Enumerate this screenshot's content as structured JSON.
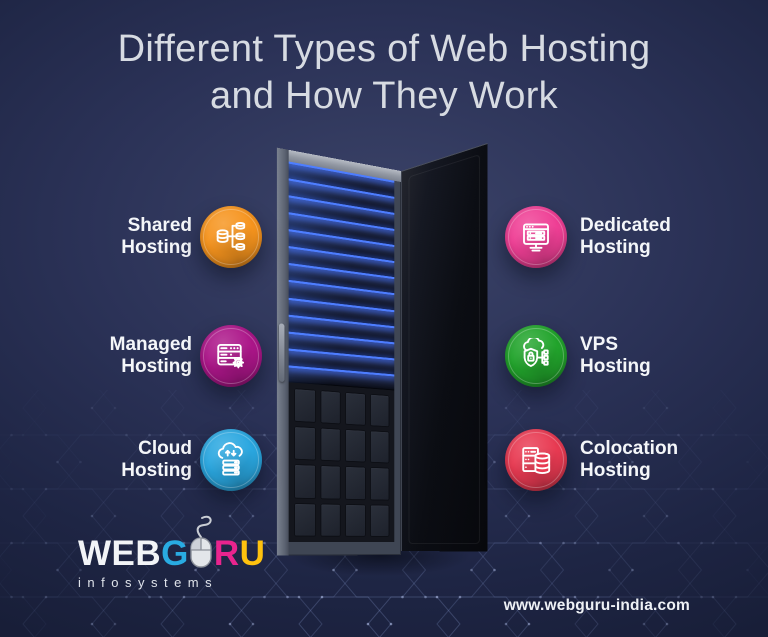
{
  "title": {
    "line1": "Different Types of Web Hosting",
    "line2": "and How They Work"
  },
  "hosting_types": [
    {
      "name": "Shared Hosting",
      "label_line1": "Shared",
      "label_line2": "Hosting",
      "color": "#F6941E",
      "icon": "shared-hosting-icon"
    },
    {
      "name": "Managed Hosting",
      "label_line1": "Managed",
      "label_line2": "Hosting",
      "color": "#AC1689",
      "icon": "managed-hosting-icon"
    },
    {
      "name": "Cloud Hosting",
      "label_line1": "Cloud",
      "label_line2": "Hosting",
      "color": "#2AA7E0",
      "icon": "cloud-hosting-icon"
    },
    {
      "name": "Dedicated Hosting",
      "label_line1": "Dedicated",
      "label_line2": "Hosting",
      "color": "#EF3F95",
      "icon": "dedicated-hosting-icon"
    },
    {
      "name": "VPS Hosting",
      "label_line1": "VPS",
      "label_line2": "Hosting",
      "color": "#22A42C",
      "icon": "vps-hosting-icon"
    },
    {
      "name": "Colocation Hosting",
      "label_line1": "Colocation",
      "label_line2": "Hosting",
      "color": "#E83A52",
      "icon": "colocation-hosting-icon"
    }
  ],
  "logo": {
    "part_web": "WEB",
    "part_g": "G",
    "part_r": "R",
    "part_u": "U",
    "subtitle": "infosystems",
    "mouse_icon": "mouse-icon",
    "colors": {
      "web": "#F2F4F7",
      "g": "#29ABE2",
      "r": "#E9248E",
      "u": "#FFC20E"
    }
  },
  "footer": {
    "website": "www.webguru-india.com"
  },
  "theme": {
    "background_center": "#3A4166",
    "background_edge": "#141A30",
    "title_color": "#D7DBE2",
    "label_color": "#F4F6F9",
    "led_blue": "#4D7DFF"
  }
}
